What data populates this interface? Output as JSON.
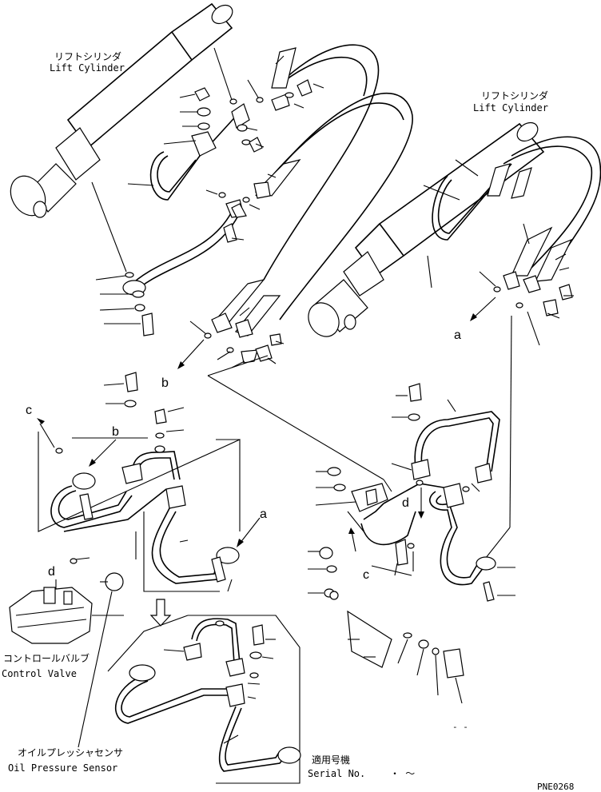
{
  "labels": {
    "lift_cylinder_left_jp": "リフトシリンダ",
    "lift_cylinder_left_en": "Lift Cylinder",
    "lift_cylinder_right_jp": "リフトシリンダ",
    "lift_cylinder_right_en": "Lift Cylinder",
    "control_valve_jp": "コントロールバルブ",
    "control_valve_en": "Control Valve",
    "oil_pressure_sensor_jp": "オイルプレッシャセンサ",
    "oil_pressure_sensor_en": "Oil Pressure Sensor",
    "serial_no_jp": "適用号機",
    "serial_no_en": "Serial No.",
    "serial_range": "・ ～",
    "drawing_code": "PNE0268",
    "right_dash": "- -"
  },
  "connection_letters": {
    "a1": "a",
    "a2": "a",
    "b1": "b",
    "b2": "b",
    "c1": "c",
    "c2": "c",
    "d1": "d",
    "d2": "d"
  },
  "arrow": "⇩"
}
